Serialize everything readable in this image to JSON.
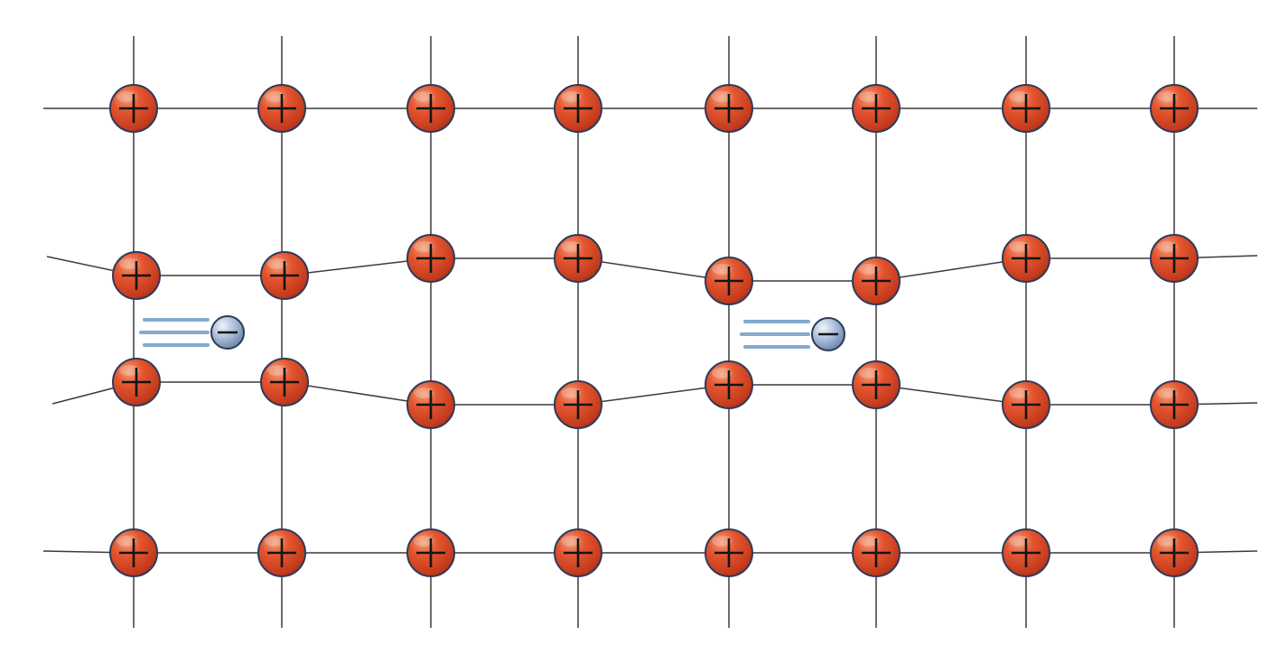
{
  "diagram": {
    "lattice": {
      "columns": 8,
      "rows": 4,
      "ion_charge_symbol": "plus-sign",
      "ion_color": "#d9452a",
      "bond_color": "#3c3c3c"
    },
    "electrons": {
      "count": 2,
      "charge_symbol": "minus-sign",
      "color": "#8ea5c6",
      "motion_direction": "right"
    }
  }
}
